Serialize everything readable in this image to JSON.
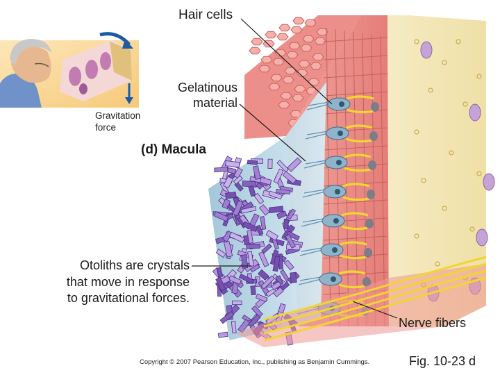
{
  "labels": {
    "hair_cells": "Hair cells",
    "gelatinous_line1": "Gelatinous",
    "gelatinous_line2": "material",
    "gravitation_line1": "Gravitation",
    "gravitation_line2": "force",
    "macula": "(d) Macula",
    "otoliths_line1": "Otoliths are crystals",
    "otoliths_line2": "that move in response",
    "otoliths_line3": "to gravitational forces.",
    "nerve_fibers": "Nerve fibers"
  },
  "footer": {
    "copyright": "Copyright © 2007 Pearson Education, Inc., publishing as Benjamin Cummings.",
    "figure": "Fig. 10-23 d"
  },
  "colors": {
    "tissue_pink": "#e8837f",
    "connective_cream": "#f3e7b7",
    "gel_blue": "#bcd6e4",
    "hair_cell": "#8fb3c9",
    "nerve_yellow": "#f2d530",
    "otolith_purple": "#9e7fd0"
  }
}
